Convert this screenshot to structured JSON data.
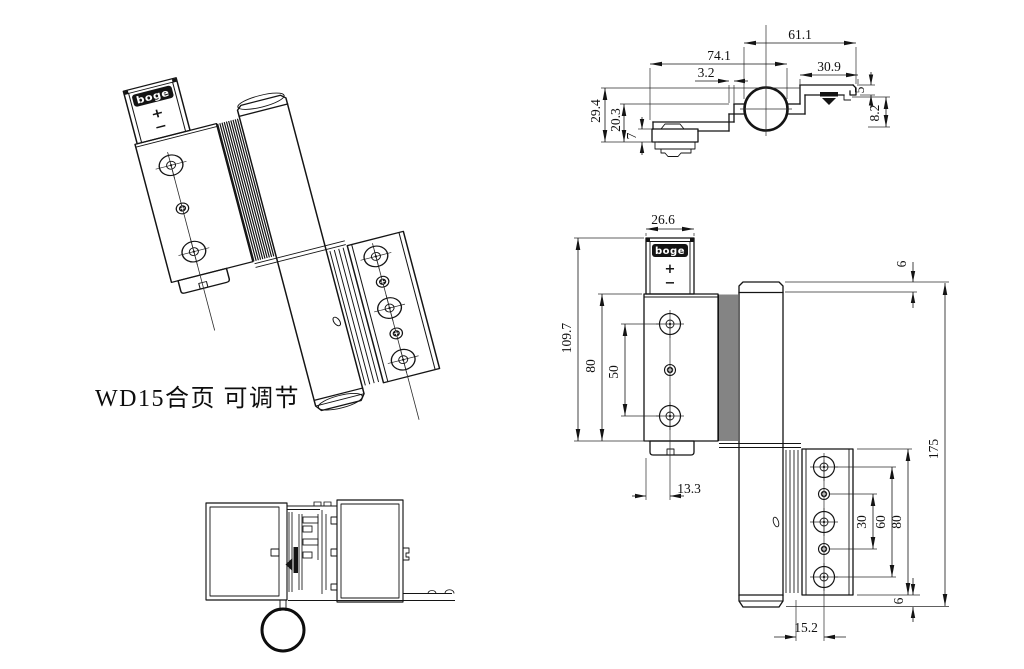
{
  "title": "WD15合页 可调节",
  "brand": "boge",
  "cap_plus": "+",
  "cap_minus": "−",
  "colors": {
    "line": "#141414",
    "background": "#ffffff",
    "badge": "#141414",
    "badge_text": "#ffffff"
  },
  "views": {
    "top": {
      "dims": {
        "total_width": "61.1",
        "left_width": "74.1",
        "step": "3.2",
        "right_width": "30.9",
        "left_height": "29.4",
        "mid_height": "20.3",
        "clip_height": "7",
        "plate_thk": "5",
        "right_height": "8.2"
      }
    },
    "front": {
      "dims": {
        "cap_width": "26.6",
        "upper_total": "109.7",
        "upper_plate": "80",
        "screw_span": "50",
        "hole_offset": "13.3",
        "top_rim": "6",
        "total_height": "175",
        "small_span": "30",
        "big_span": "60",
        "lower_plate": "80",
        "lower_offset": "15.2",
        "bottom_rim": "6"
      }
    }
  }
}
